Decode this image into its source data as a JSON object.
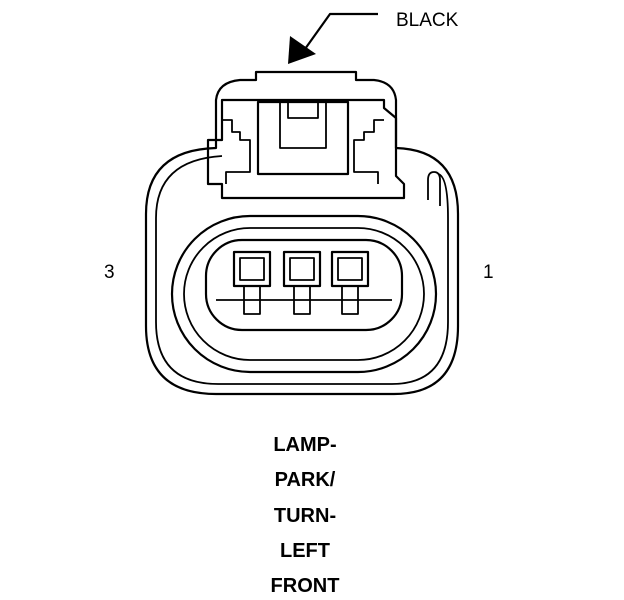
{
  "diagram": {
    "wire_color_label": "BLACK",
    "pin_labels": {
      "left": "3",
      "right": "1"
    },
    "caption_lines": [
      "LAMP-",
      "PARK/",
      "TURN-",
      "LEFT",
      "FRONT"
    ],
    "colors": {
      "line": "#000000",
      "background": "#ffffff"
    }
  }
}
